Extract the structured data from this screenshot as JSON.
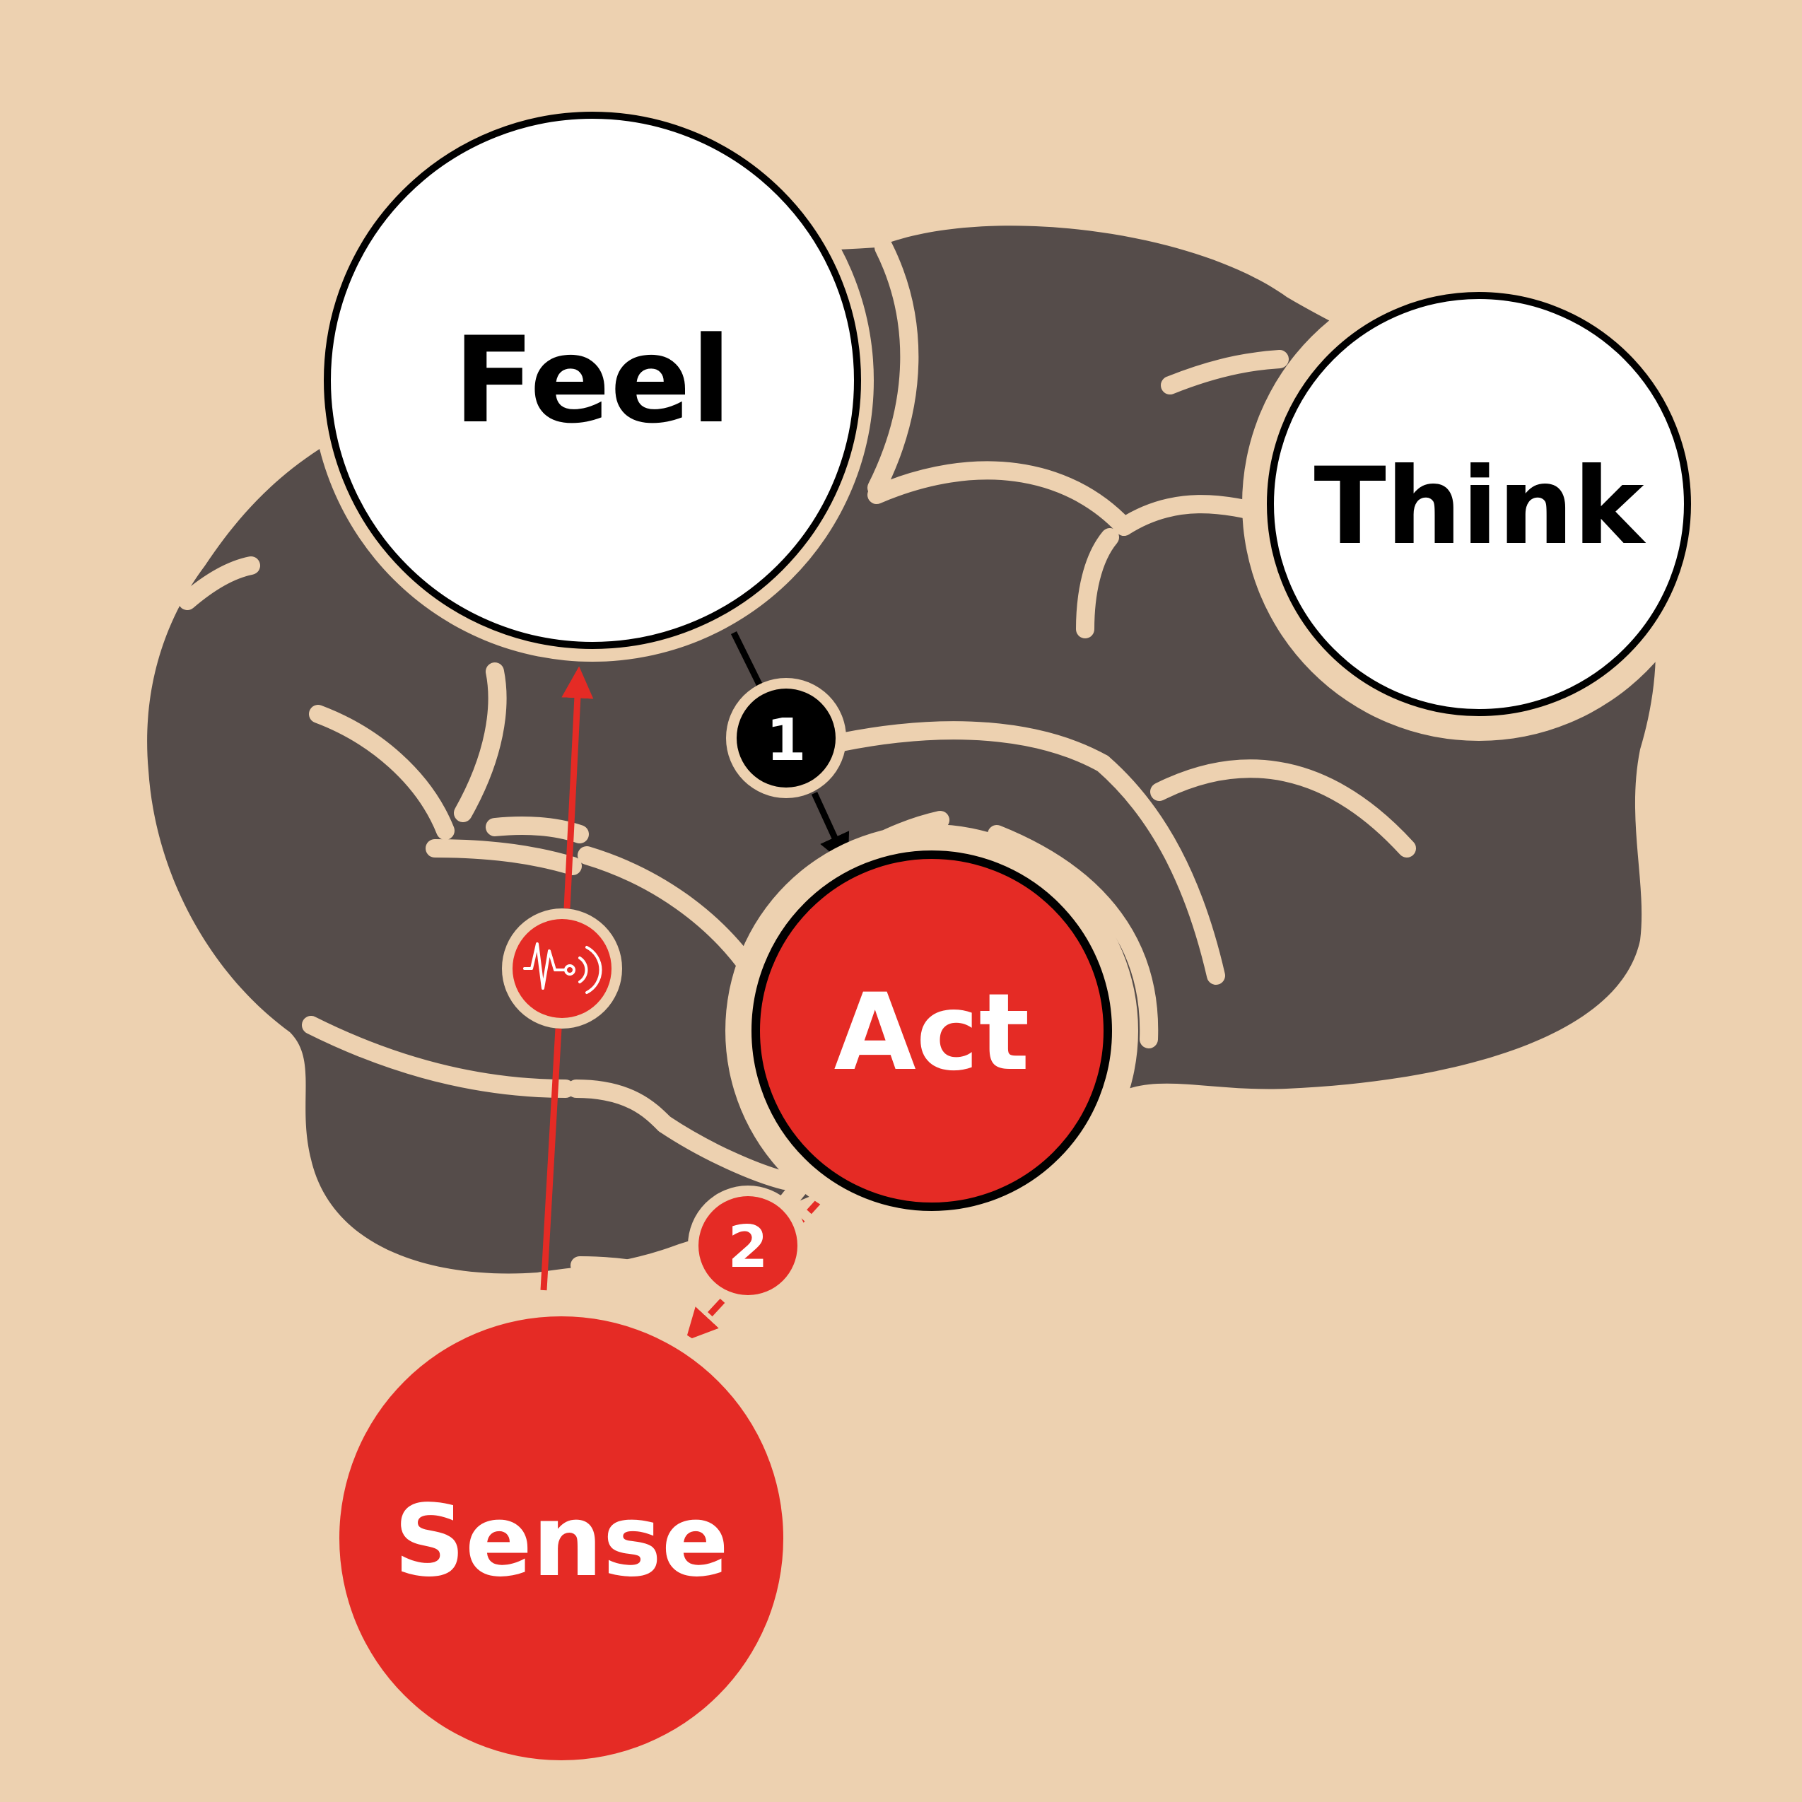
{
  "colors": {
    "background": "#EDD1B0",
    "brain": "#554C4A",
    "groove": "#EDD1B0",
    "circle_white": "#FFFFFF",
    "accent_red": "#E52B25",
    "ink": "#000000"
  },
  "nodes": {
    "feel": {
      "label": "Feel"
    },
    "think": {
      "label": "Think"
    },
    "act": {
      "label": "Act"
    },
    "sense": {
      "label": "Sense"
    }
  },
  "badges": {
    "step1": {
      "label": "1"
    },
    "step2": {
      "label": "2"
    },
    "signal": {
      "icon": "heartbeat-signal-icon"
    }
  }
}
